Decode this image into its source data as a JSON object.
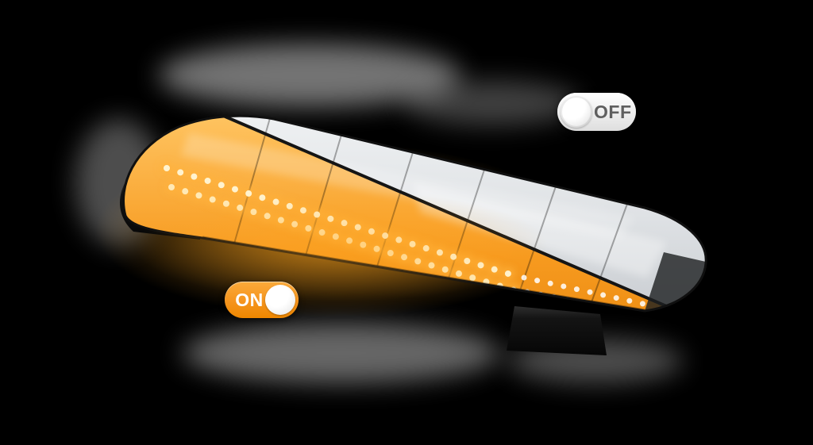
{
  "background": {
    "color": "#000000"
  },
  "product_image": {
    "name": "amber-white-led-lightbar",
    "amber_color": "#F79A1F",
    "amber_dark": "#D97800",
    "clear_color": "#E3E6E9",
    "led_lit_color": "#FFF3CF",
    "glow_color": "#FFA51E",
    "mount_feet_color": "#141414",
    "split_line_color": "#151515"
  },
  "toggles": {
    "on": {
      "label": "ON",
      "state": "on",
      "pill_color": "#F5941D",
      "knob_color": "#FFFFFF",
      "text_color": "#FFFFFF"
    },
    "off": {
      "label": "OFF",
      "state": "off",
      "pill_color": "#ECECEC",
      "knob_color": "#FFFFFF",
      "text_color": "#5F5F5F"
    }
  }
}
